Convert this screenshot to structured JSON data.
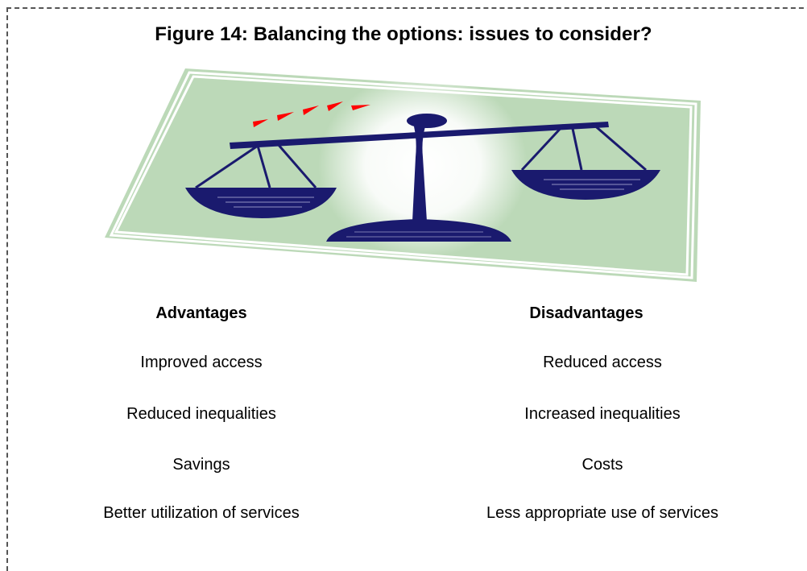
{
  "figure": {
    "title": "Figure 14: Balancing the options: issues to consider?"
  },
  "advantages": {
    "heading": "Advantages",
    "items": [
      "Improved access",
      "Reduced inequalities",
      "Savings",
      "Better utilization of services"
    ]
  },
  "disadvantages": {
    "heading": "Disadvantages",
    "items": [
      "Reduced access",
      "Increased inequalities",
      "Costs",
      "Less appropriate use of services"
    ]
  },
  "colors": {
    "scale": "#1a1a6e",
    "card": "#bcd9b8",
    "arrows": "#ff0000"
  },
  "icons": {
    "illustration": "balance-scale-icon"
  }
}
